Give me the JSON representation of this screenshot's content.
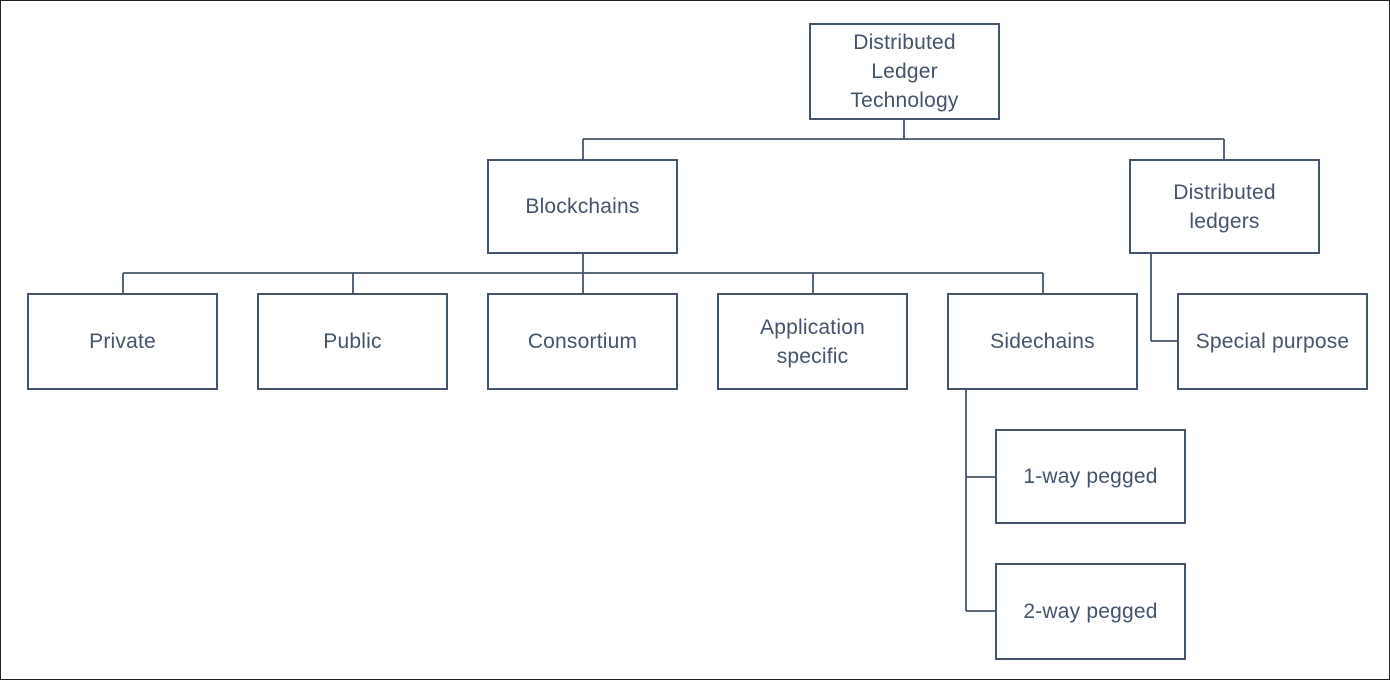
{
  "diagram": {
    "nodes": {
      "root": "Distributed\nLedger\nTechnology",
      "blockchains": "Blockchains",
      "distributed_ledgers": "Distributed\nledgers",
      "private": "Private",
      "public": "Public",
      "consortium": "Consortium",
      "application_specific": "Application\nspecific",
      "sidechains": "Sidechains",
      "special_purpose": "Special purpose",
      "one_way_pegged": "1-way pegged",
      "two_way_pegged": "2-way pegged"
    },
    "colors": {
      "stroke": "#44546a",
      "text": "#44546a",
      "frame": "#222222",
      "background": "#ffffff"
    }
  }
}
